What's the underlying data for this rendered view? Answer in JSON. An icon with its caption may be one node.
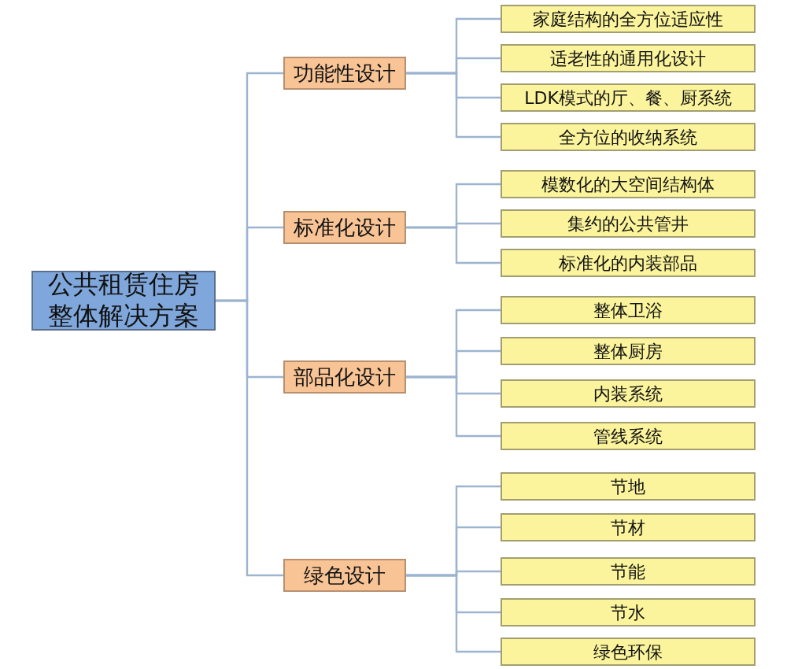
{
  "diagram": {
    "nodes": [
      {
        "text": [
          "公共租赁住房整体解决方案"
        ]
      },
      {
        "text": [
          "功能性设计"
        ]
      },
      {
        "text": [
          "家庭结构的全方位适应性"
        ]
      },
      {
        "text": [
          "适老性的通用化设计"
        ]
      },
      {
        "text": [
          "LDK模式的厅、餐、厨系统"
        ]
      },
      {
        "text": [
          "全方位的收纳系统"
        ]
      },
      {
        "text": [
          "标准化设计"
        ]
      },
      {
        "text": [
          "模数化的大空间结构体"
        ]
      },
      {
        "text": [
          "集约的公共管井"
        ]
      },
      {
        "text": [
          "标准化的内装部品"
        ]
      },
      {
        "text": [
          "部品化设计"
        ]
      },
      {
        "text": [
          "整体卫浴"
        ]
      },
      {
        "text": [
          "整体厨房"
        ]
      },
      {
        "text": [
          "内装系统"
        ]
      },
      {
        "text": [
          "管线系统"
        ]
      },
      {
        "text": [
          "绿色设计"
        ]
      },
      {
        "text": [
          "节地"
        ]
      },
      {
        "text": [
          "节材"
        ]
      },
      {
        "text": [
          "节能"
        ]
      },
      {
        "text": [
          "节水"
        ]
      },
      {
        "text": [
          "绿色环保"
        ]
      }
    ],
    "edges": [
      {
        "from": 0,
        "to": 1,
        "arrow": "none"
      },
      {
        "from": 0,
        "to": 6,
        "arrow": "none"
      },
      {
        "from": 0,
        "to": 10,
        "arrow": "none"
      },
      {
        "from": 0,
        "to": 15,
        "arrow": "none"
      },
      {
        "from": 1,
        "to": 2,
        "arrow": "none"
      },
      {
        "from": 1,
        "to": 3,
        "arrow": "none"
      },
      {
        "from": 1,
        "to": 4,
        "arrow": "none"
      },
      {
        "from": 1,
        "to": 5,
        "arrow": "none"
      },
      {
        "from": 6,
        "to": 7,
        "arrow": "none"
      },
      {
        "from": 6,
        "to": 8,
        "arrow": "none"
      },
      {
        "from": 6,
        "to": 9,
        "arrow": "none"
      },
      {
        "from": 10,
        "to": 11,
        "arrow": "none"
      },
      {
        "from": 10,
        "to": 12,
        "arrow": "none"
      },
      {
        "from": 10,
        "to": 13,
        "arrow": "none"
      },
      {
        "from": 10,
        "to": 14,
        "arrow": "none"
      },
      {
        "from": 15,
        "to": 16,
        "arrow": "none"
      },
      {
        "from": 15,
        "to": 17,
        "arrow": "none"
      },
      {
        "from": 15,
        "to": 18,
        "arrow": "none"
      },
      {
        "from": 15,
        "to": 19,
        "arrow": "none"
      },
      {
        "from": 15,
        "to": 20,
        "arrow": "none"
      }
    ]
  }
}
